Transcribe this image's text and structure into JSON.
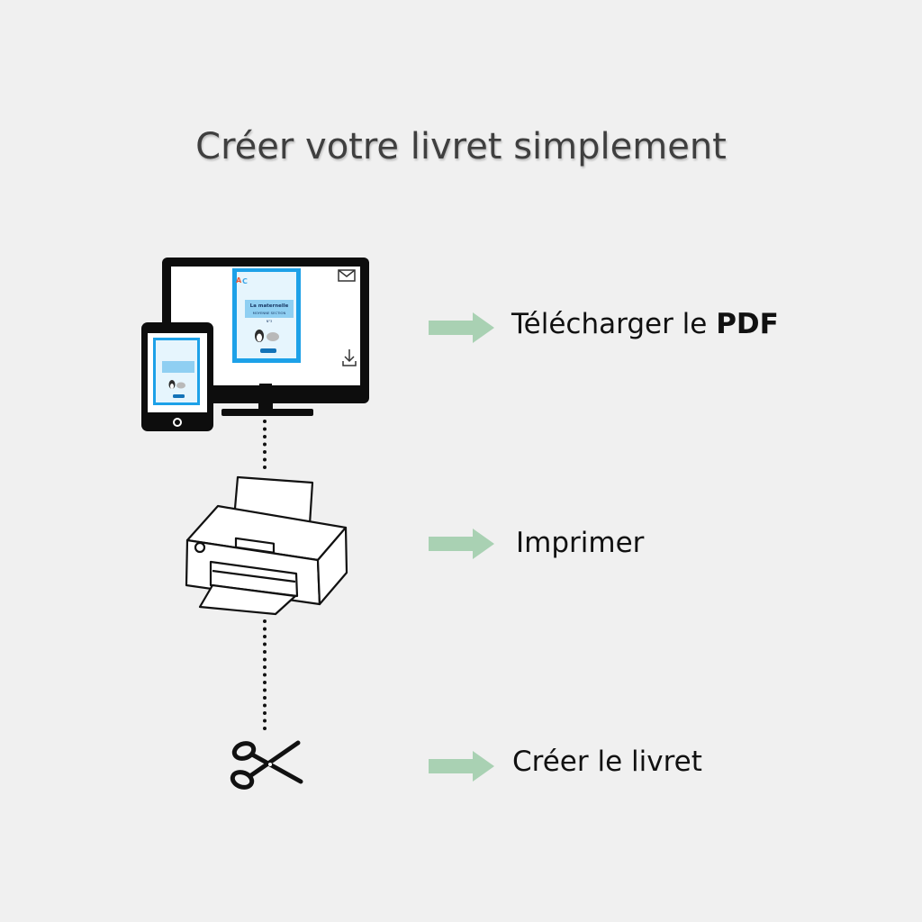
{
  "title": "Créer votre livret simplement",
  "accent_color": "#a9d1b3",
  "steps": [
    {
      "label": "Télécharger le ",
      "label_bold": "PDF",
      "icon": "computer-tablet-icon"
    },
    {
      "label": "Imprimer",
      "icon": "printer-icon"
    },
    {
      "label": "Créer le livret",
      "icon": "scissors-icon"
    }
  ],
  "booklet_cover": {
    "heading": "La maternelle",
    "subheading": "MOYENNE SECTION",
    "number": "N°3"
  }
}
